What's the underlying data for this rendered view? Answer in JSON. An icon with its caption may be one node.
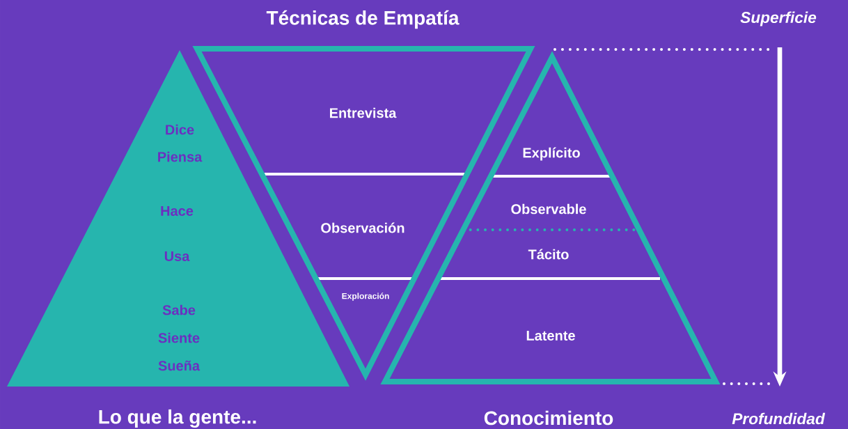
{
  "diagram": {
    "title": "Técnicas de Empatía",
    "nodes": [
      {
        "text": [
          "Dice",
          "Piensa",
          "Hace",
          "Usa",
          "Sabe",
          "Siente",
          "Sueña"
        ],
        "beside": [
          "Lo que la gente..."
        ]
      },
      {
        "text": [
          "Entrevista",
          "Observación",
          "Exploración"
        ]
      },
      {
        "text": [
          "Explícito",
          "Observable",
          "Tácito",
          "Latente"
        ],
        "beside": [
          "Conocimiento"
        ]
      }
    ],
    "labels": [
      "Superficie",
      "Profundidad"
    ]
  }
}
